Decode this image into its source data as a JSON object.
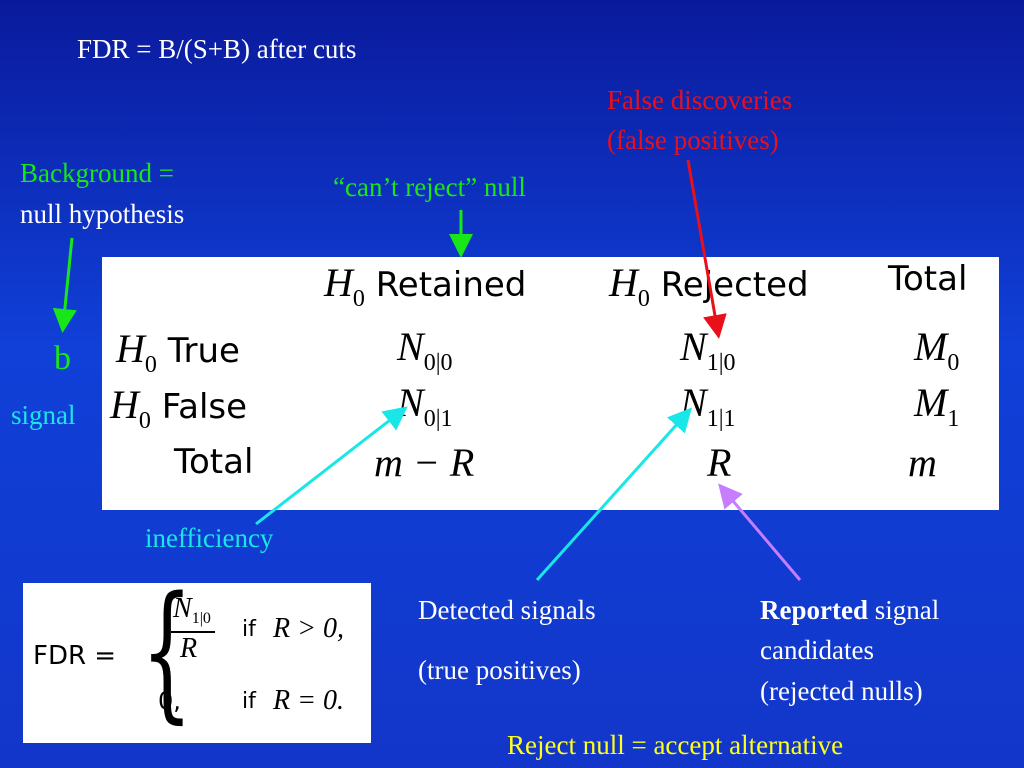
{
  "header": {
    "title": "FDR = B/(S+B)  after cuts"
  },
  "labels": {
    "false_discoveries_line1": "False discoveries",
    "false_discoveries_line2": "(false positives)",
    "background_line1": "Background =",
    "background_line2": "null hypothesis",
    "cant_reject": "“can’t reject” null",
    "b": "b",
    "signal": "signal",
    "inefficiency": "inefficiency",
    "detected_line1": "Detected signals",
    "detected_line2": "(true positives)",
    "reported_bold": "Reported",
    "reported_rest": " signal",
    "reported_line2": "candidates",
    "reported_line3": "(rejected nulls)",
    "reject_null": "Reject null = accept alternative"
  },
  "table": {
    "col_headers": [
      {
        "sym": "H",
        "sub": "0",
        "text": "Retained"
      },
      {
        "sym": "H",
        "sub": "0",
        "text": "Rejected"
      },
      {
        "text": "Total"
      }
    ],
    "rows": [
      {
        "label_sym": "H",
        "label_sub": "0",
        "label_text": "True",
        "c1": "N",
        "c1_sub": "0|0",
        "c2": "N",
        "c2_sub": "1|0",
        "c3": "M",
        "c3_sub": "0"
      },
      {
        "label_sym": "H",
        "label_sub": "0",
        "label_text": "False",
        "c1": "N",
        "c1_sub": "0|1",
        "c2": "N",
        "c2_sub": "1|1",
        "c3": "M",
        "c3_sub": "1"
      },
      {
        "label_text": "Total",
        "c1": "m − R",
        "c2": "R",
        "c3": "m"
      }
    ]
  },
  "formula": {
    "lhs": "FDR =",
    "num": "N",
    "num_sub": "1|0",
    "den": "R",
    "case1_cond": "if",
    "case1_expr": "R > 0,",
    "case2_val": "0,",
    "case2_cond": "if",
    "case2_expr": "R = 0."
  },
  "colors": {
    "background": "#1236c9",
    "red": "#e8101a",
    "green": "#19e619",
    "cyan": "#19e6e6",
    "violet": "#c77dff",
    "yellow": "#ffff1a"
  }
}
